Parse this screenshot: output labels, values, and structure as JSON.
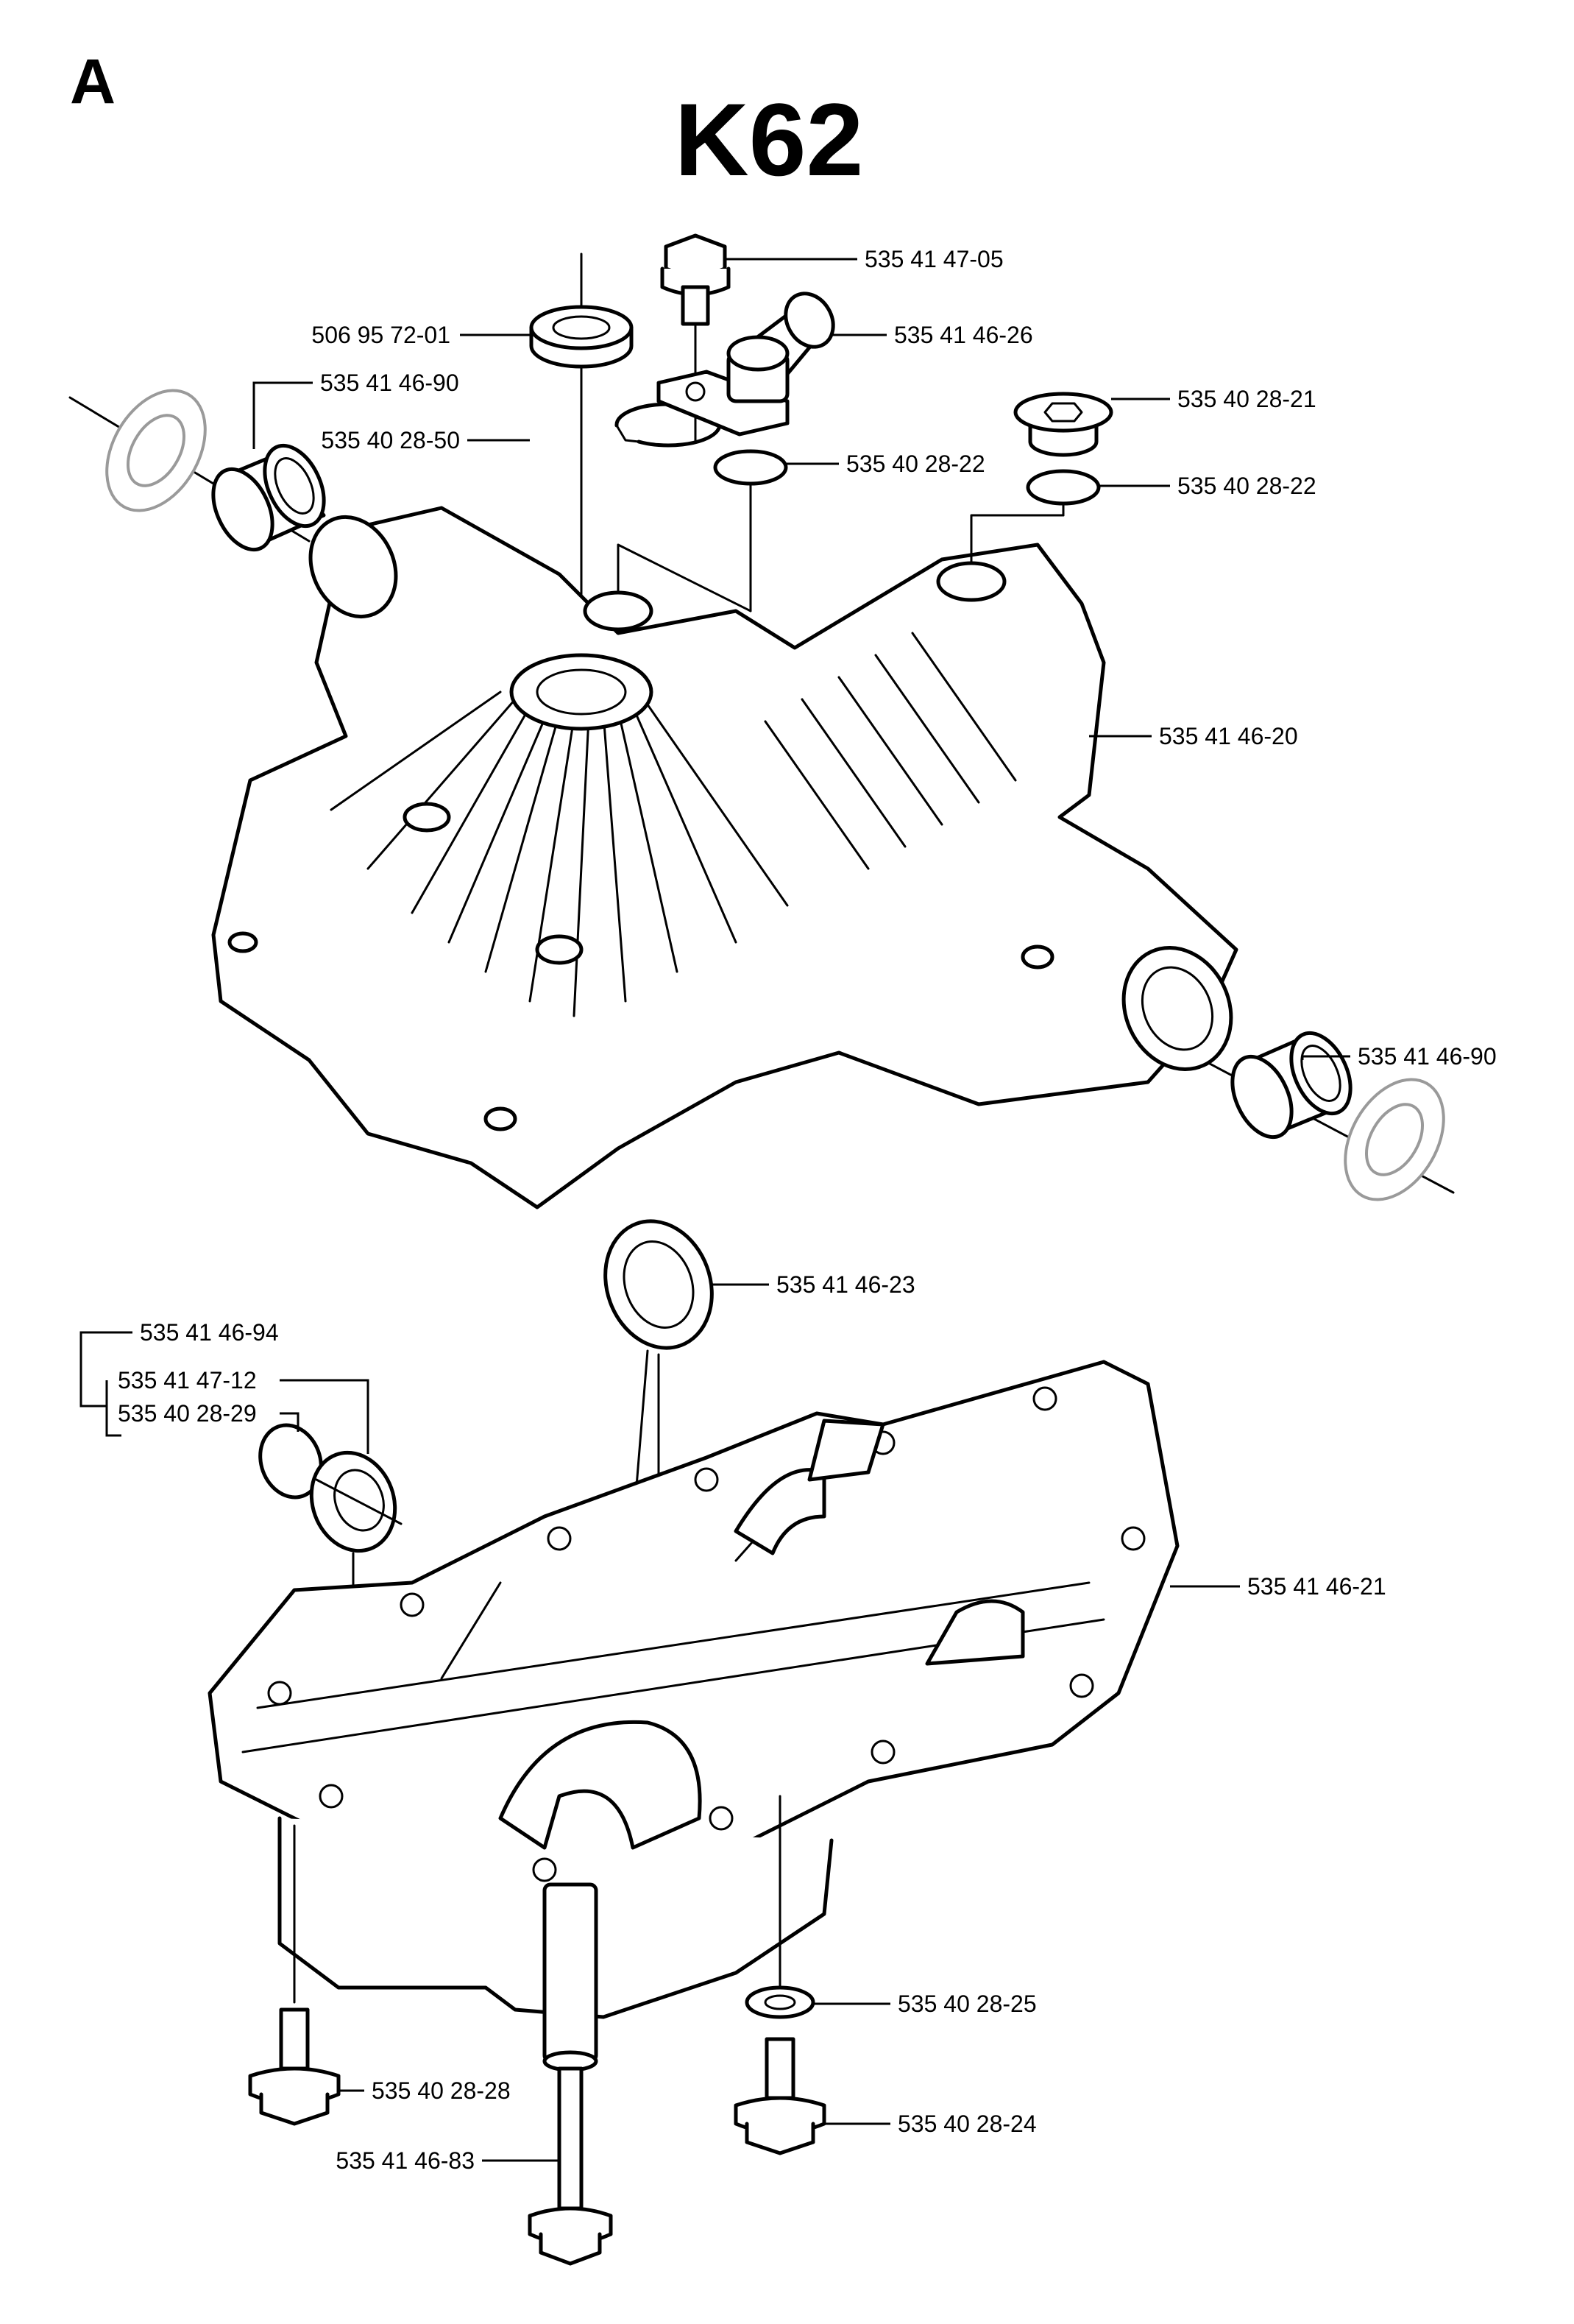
{
  "section_letter": "A",
  "model_title": "K62",
  "labels": {
    "p1": "535 41 47-05",
    "p2": "506 95 72-01",
    "p3": "535 41 46-26",
    "p4": "535 41 46-90",
    "p5": "535 40 28-21",
    "p6": "535 40 28-50",
    "p7": "535 40 28-22",
    "p8": "535 40 28-22",
    "p9": "535 41 46-20",
    "p10": "535 41 46-90",
    "p11": "535 41 46-23",
    "p12": "535 41 46-94",
    "p13": "535 41 47-12",
    "p14": "535 40 28-29",
    "p15": "535 41 46-21",
    "p16": "535 40 28-25",
    "p17": "535 40 28-28",
    "p18": "535 40 28-24",
    "p19": "535 41 46-83"
  }
}
